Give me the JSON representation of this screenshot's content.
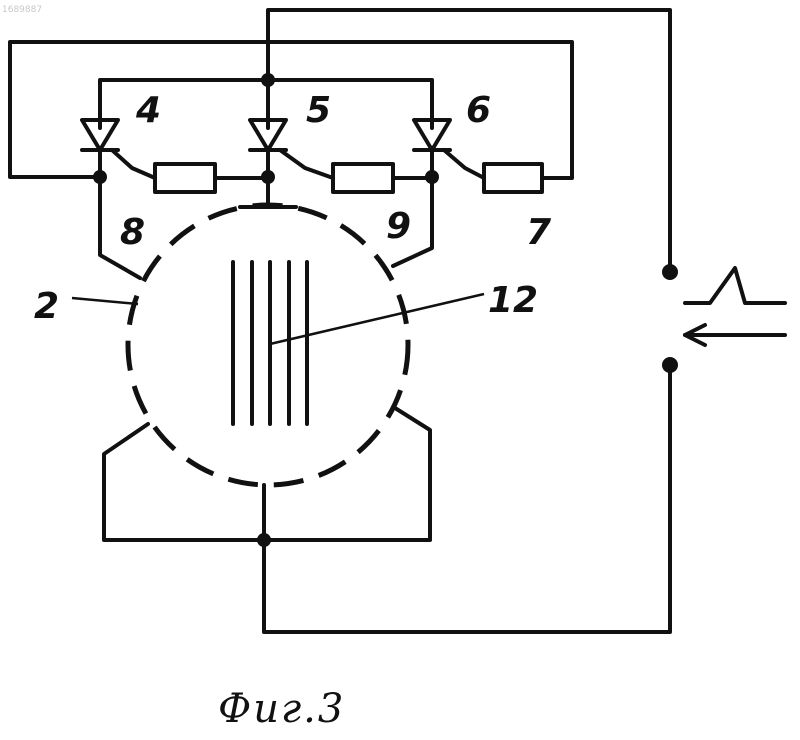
{
  "corner_number": "1689887",
  "labels": {
    "thyristor_4": "4",
    "thyristor_5": "5",
    "thyristor_6": "6",
    "lead_8": "8",
    "lead_9": "9",
    "resistor_7": "7",
    "chamber_2": "2",
    "electrodes_12": "12"
  },
  "caption": "Фиг.3"
}
